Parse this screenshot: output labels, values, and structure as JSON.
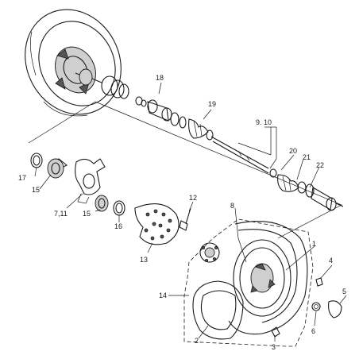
{
  "callouts": {
    "c1": "1",
    "c2": "2",
    "c3": "3",
    "c4": "4",
    "c5": "5",
    "c6": "6",
    "c7_11": "7,11",
    "c8": "8",
    "c9_10": "9. 10",
    "c12": "12",
    "c13": "13",
    "c14": "14",
    "c15a": "15",
    "c15b": "15",
    "c16": "16",
    "c17": "17",
    "c18": "18",
    "c19": "19",
    "c20": "20",
    "c21": "21",
    "c22": "22"
  }
}
